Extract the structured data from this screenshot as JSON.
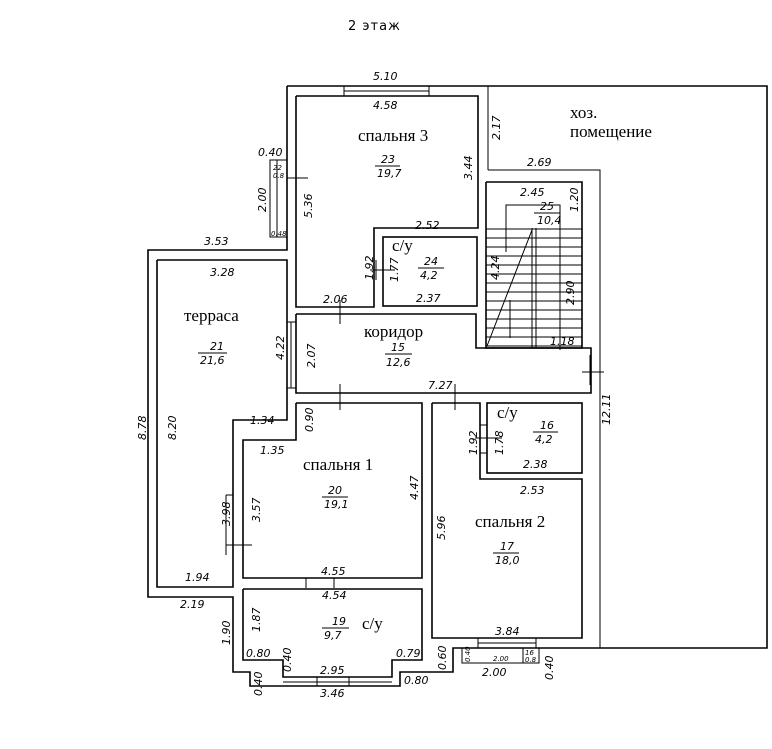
{
  "title": "2 этаж",
  "rooms": [
    {
      "id": "bedroom3",
      "name": "спальня 3",
      "number": "23",
      "area": "19,7"
    },
    {
      "id": "utility",
      "name": "хоз.",
      "name2": "помещение"
    },
    {
      "id": "stairs",
      "number": "25",
      "area": "10,4"
    },
    {
      "id": "wc24",
      "name": "с/у",
      "number": "24",
      "area": "4,2"
    },
    {
      "id": "terrace",
      "name": "терраса",
      "number": "21",
      "area": "21,6"
    },
    {
      "id": "corridor",
      "name": "коридор",
      "number": "15",
      "area": "12,6"
    },
    {
      "id": "wc16",
      "name": "с/у",
      "number": "16",
      "area": "4,2"
    },
    {
      "id": "bedroom1",
      "name": "спальня 1",
      "number": "20",
      "area": "19,1"
    },
    {
      "id": "bedroom2",
      "name": "спальня 2",
      "number": "17",
      "area": "18,0"
    },
    {
      "id": "wc19",
      "name": "с/у",
      "number": "19",
      "area": "9,7"
    }
  ],
  "dimensions": {
    "top_outer": "5.10",
    "top_inner": "4.58",
    "bed3_right": "3.44",
    "bed3_left": "5.36",
    "bay_w": "0.40",
    "bay_h": "2.00",
    "bay_inner": "2.00",
    "bay_small1": "22",
    "bay_small2": "0.8",
    "bay_small3": "0.48",
    "util_left": "2.17",
    "util_bottom": "2.69",
    "stair_top": "2.45",
    "stair_right_top": "1.20",
    "stair_len": "4.24",
    "stair_right": "2.90",
    "stair_bottom": "1.18",
    "wc24_top": "2.52",
    "wc24_left_outer": "1.92",
    "wc24_left_inner": "1.77",
    "wc24_bottom": "2.37",
    "corr_top": "2.06",
    "corr_left": "2.07",
    "corr_left_outer": "4.22",
    "corr_bottom": "7.27",
    "terr_top_outer": "3.53",
    "terr_top_inner": "3.28",
    "terr_left_outer": "8.78",
    "terr_left_inner": "8.20",
    "terr_step": "1.34",
    "terr_bottom": "1.94",
    "terr_bottom_outer": "2.19",
    "terr_right": "3.98",
    "bed1_notch": "0.90",
    "bed1_top": "1.35",
    "bed1_left": "3.57",
    "bed1_right": "4.47",
    "bed1_bottom": "4.55",
    "wc16_left_outer": "1.92",
    "wc16_left_inner": "1.78",
    "wc16_bottom": "2.38",
    "bed2_top": "2.53",
    "bed2_left": "5.96",
    "bed2_bottom": "3.84",
    "right_total": "12.11",
    "wc19_top": "4.54",
    "wc19_left": "1.87",
    "wc19_left_outer": "1.90",
    "wc19_bl": "0.80",
    "wc19_bl2": "0.40",
    "wc19_br": "0.79",
    "wc19_bottom_inner": "2.95",
    "wc19_bottom_outer": "3.46",
    "wc19_outer_l": "0.40",
    "wc19_outer_r": "0.80",
    "wc19_outer_r2": "0.60",
    "balc_w": "2.00",
    "balc_inner": "2.00",
    "balc_left": "0.40",
    "balc_right": "0.40",
    "balc_small1": "16",
    "balc_small2": "0.8"
  }
}
